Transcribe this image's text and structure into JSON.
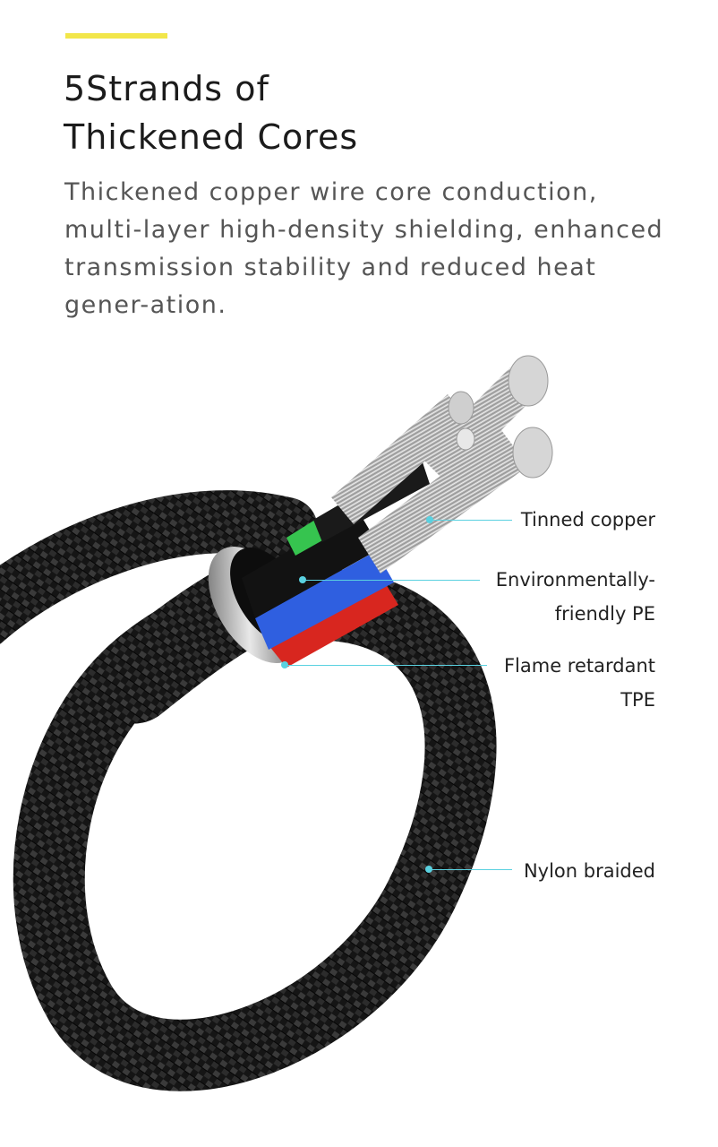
{
  "header": {
    "title_line1": "5Strands of",
    "title_line2": "Thickened Cores",
    "description": "Thickened copper wire core conduction, multi-layer high-density shielding, enhanced transmission stability and reduced heat gener-ation."
  },
  "callouts": [
    {
      "line1": "Tinned copper",
      "line2": ""
    },
    {
      "line1": "Environmentally-",
      "line2": "friendly PE"
    },
    {
      "line1": "Flame retardant",
      "line2": "TPE"
    },
    {
      "line1": "Nylon braided",
      "line2": ""
    }
  ],
  "colors": {
    "accent": "#f2e64a",
    "leader": "#5ad1e0",
    "core_green": "#36c44f",
    "core_blue": "#2f5fe0",
    "core_red": "#d8261f",
    "braid": "#1c1c1c"
  }
}
